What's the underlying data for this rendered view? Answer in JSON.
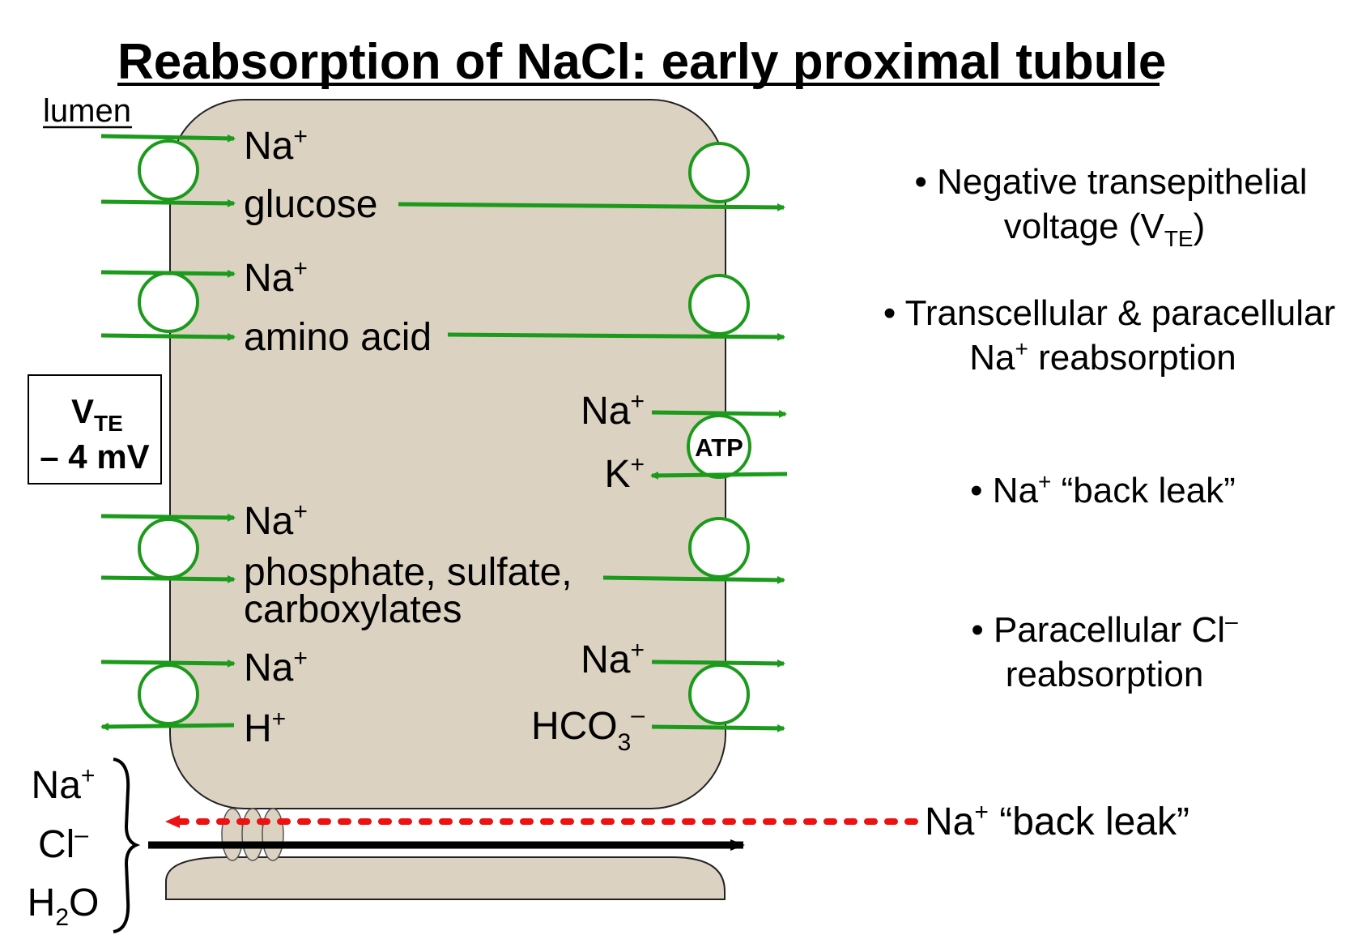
{
  "title": "Reabsorption of NaCl: early proximal tubule",
  "lumen_label": "lumen",
  "vte_box": {
    "v": "V",
    "sub": "TE",
    "value": "– 4 mV"
  },
  "cell": {
    "left_ions": {
      "na1": "Na",
      "glucose": "glucose",
      "na2": "Na",
      "amino_acid": "amino acid",
      "na3": "Na",
      "phosphate": "phosphate, sulfate,",
      "carboxylates": "carboxylates",
      "na4": "Na",
      "h": "H"
    },
    "right_ions": {
      "na_pump": "Na",
      "k_pump": "K",
      "atp": "ATP",
      "na_exch": "Na",
      "hco3": "HCO",
      "hco3_sub": "3"
    },
    "sup_plus": "+",
    "sup_minus": "–"
  },
  "paracellular": {
    "na": "Na",
    "cl": "Cl",
    "h2o_h": "H",
    "h2o_sub": "2",
    "h2o_o": "O"
  },
  "back_leak_label": {
    "na": "Na",
    "text": "“back leak”"
  },
  "bullets": {
    "b1_line1": "• Negative transepithelial",
    "b1_line2_pre": "voltage (V",
    "b1_line2_sub": "TE",
    "b1_line2_post": ")",
    "b2_line1": "• Transcellular & paracellular",
    "b2_na": "Na",
    "b2_line2": " reabsorption",
    "b3_pre": "•  Na",
    "b3_post": " “back leak”",
    "b4_line1_pre": "•  Paracellular Cl",
    "b4_line2": "reabsorption"
  },
  "colors": {
    "cell_fill": "#dcd2c2",
    "cell_stroke": "#222222",
    "transporter": "#1b9a1b",
    "back_leak": "#ee1111",
    "net_arrow": "#000000"
  }
}
